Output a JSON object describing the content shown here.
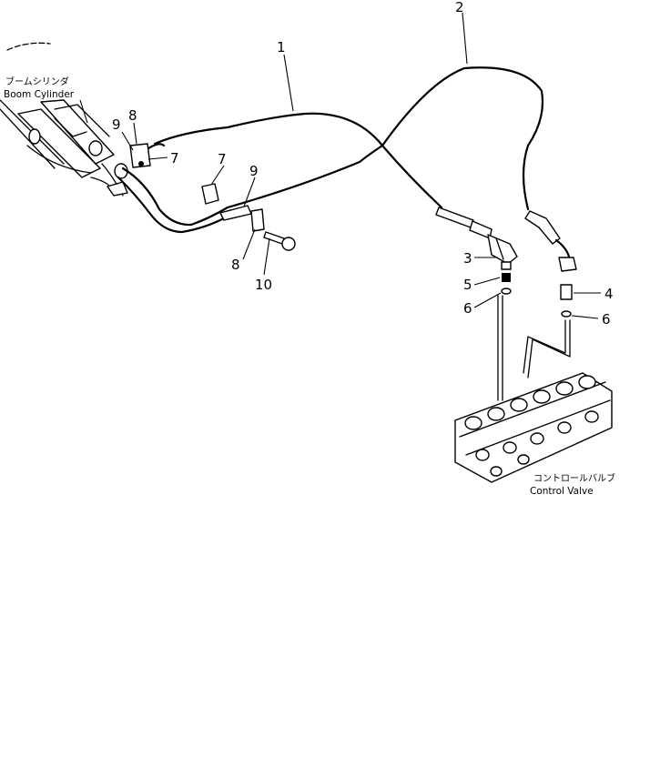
{
  "part_numbers": {
    "n1": "1",
    "n2": "2",
    "n3": "3",
    "n4": "4",
    "n5": "5",
    "n6a": "6",
    "n6b": "6",
    "n7a": "7",
    "n7b": "7",
    "n8a": "8",
    "n8b": "8",
    "n9a": "9",
    "n9b": "9",
    "n10": "10"
  },
  "captions": {
    "boom_cylinder_jp": "ブームシリンダ",
    "boom_cylinder_en": "Boom  Cylinder",
    "control_valve_jp": "コントロールバルブ",
    "control_valve_en": "Control  Valve"
  }
}
